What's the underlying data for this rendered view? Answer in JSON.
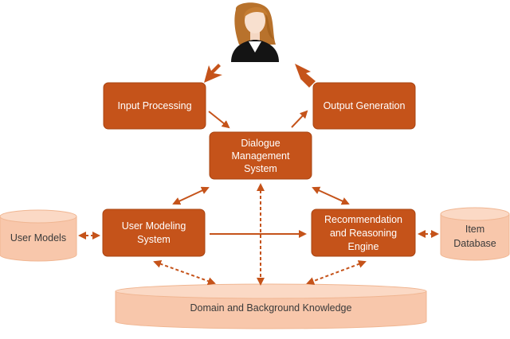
{
  "nodes": {
    "input_processing": {
      "label": "Input Processing"
    },
    "output_generation": {
      "label": "Output Generation"
    },
    "dialogue_management": {
      "lines": [
        "Dialogue",
        "Management",
        "System"
      ]
    },
    "user_modeling": {
      "lines": [
        "User Modeling",
        "System"
      ]
    },
    "recommendation_engine": {
      "lines": [
        "Recommendation",
        "and Reasoning",
        "Engine"
      ]
    }
  },
  "stores": {
    "user_models": {
      "label": "User Models"
    },
    "item_database": {
      "lines": [
        "Item",
        "Database"
      ]
    },
    "domain_knowledge": {
      "label": "Domain and Background Knowledge"
    }
  },
  "icons": {
    "user": "user-avatar-icon"
  },
  "colors": {
    "box": "#c5531a",
    "box_text": "#ffffff",
    "store_fill": "#f8c7ab",
    "arrow": "#c5531a"
  }
}
